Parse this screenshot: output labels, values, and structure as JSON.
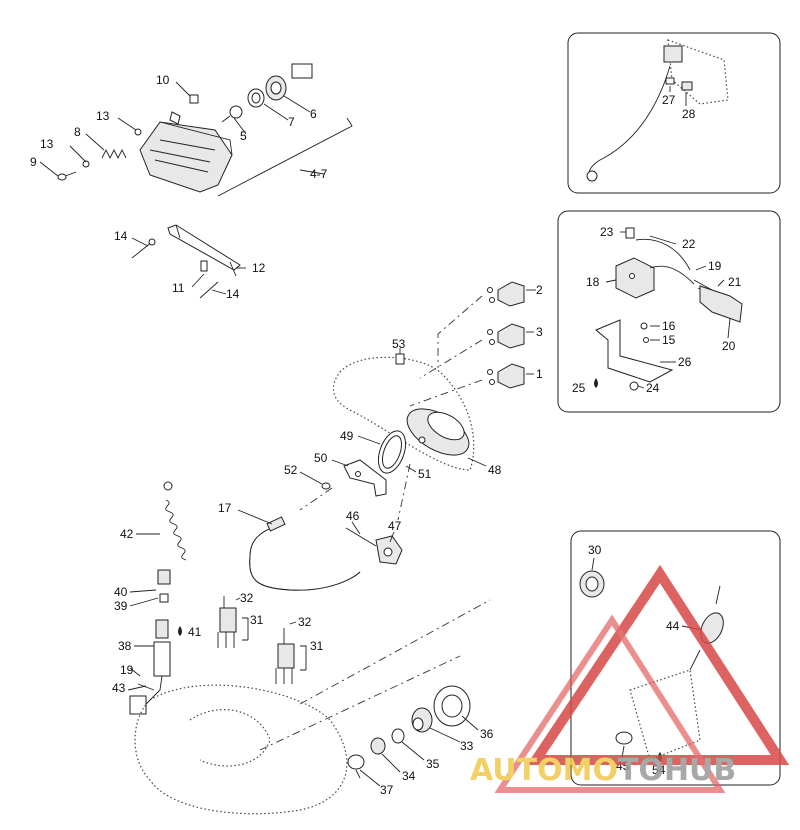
{
  "callouts": [
    {
      "id": "c1",
      "text": "1"
    },
    {
      "id": "c2",
      "text": "2"
    },
    {
      "id": "c3",
      "text": "3"
    },
    {
      "id": "c4-7",
      "text": "4-7"
    },
    {
      "id": "c5",
      "text": "5"
    },
    {
      "id": "c6",
      "text": "6"
    },
    {
      "id": "c7",
      "text": "7"
    },
    {
      "id": "c8",
      "text": "8"
    },
    {
      "id": "c9",
      "text": "9"
    },
    {
      "id": "c10",
      "text": "10"
    },
    {
      "id": "c11",
      "text": "11"
    },
    {
      "id": "c12",
      "text": "12"
    },
    {
      "id": "c13a",
      "text": "13"
    },
    {
      "id": "c13b",
      "text": "13"
    },
    {
      "id": "c14a",
      "text": "14"
    },
    {
      "id": "c14b",
      "text": "14"
    },
    {
      "id": "c15",
      "text": "15"
    },
    {
      "id": "c16",
      "text": "16"
    },
    {
      "id": "c17",
      "text": "17"
    },
    {
      "id": "c18",
      "text": "18"
    },
    {
      "id": "c19a",
      "text": "19"
    },
    {
      "id": "c19b",
      "text": "19"
    },
    {
      "id": "c20",
      "text": "20"
    },
    {
      "id": "c21",
      "text": "21"
    },
    {
      "id": "c22",
      "text": "22"
    },
    {
      "id": "c23",
      "text": "23"
    },
    {
      "id": "c24",
      "text": "24"
    },
    {
      "id": "c25",
      "text": "25"
    },
    {
      "id": "c26",
      "text": "26"
    },
    {
      "id": "c27",
      "text": "27"
    },
    {
      "id": "c28",
      "text": "28"
    },
    {
      "id": "c30",
      "text": "30"
    },
    {
      "id": "c31a",
      "text": "31"
    },
    {
      "id": "c31b",
      "text": "31"
    },
    {
      "id": "c32a",
      "text": "32"
    },
    {
      "id": "c32b",
      "text": "32"
    },
    {
      "id": "c33",
      "text": "33"
    },
    {
      "id": "c34",
      "text": "34"
    },
    {
      "id": "c35",
      "text": "35"
    },
    {
      "id": "c36",
      "text": "36"
    },
    {
      "id": "c37",
      "text": "37"
    },
    {
      "id": "c38",
      "text": "38"
    },
    {
      "id": "c39",
      "text": "39"
    },
    {
      "id": "c40",
      "text": "40"
    },
    {
      "id": "c41",
      "text": "41"
    },
    {
      "id": "c42",
      "text": "42"
    },
    {
      "id": "c43",
      "text": "43"
    },
    {
      "id": "c44",
      "text": "44"
    },
    {
      "id": "c45",
      "text": "45"
    },
    {
      "id": "c46",
      "text": "46"
    },
    {
      "id": "c47",
      "text": "47"
    },
    {
      "id": "c48",
      "text": "48"
    },
    {
      "id": "c49",
      "text": "49"
    },
    {
      "id": "c50",
      "text": "50"
    },
    {
      "id": "c51",
      "text": "51"
    },
    {
      "id": "c52",
      "text": "52"
    },
    {
      "id": "c53",
      "text": "53"
    },
    {
      "id": "c54",
      "text": "54"
    }
  ],
  "watermark": {
    "part1": "AUTOMO",
    "part2": "TO",
    "part3": "HUB",
    "colors": {
      "yellow": "#f2c84b",
      "grey": "#9a9a9a",
      "red": "#e05a5a",
      "redStroke": "#d84848"
    }
  }
}
